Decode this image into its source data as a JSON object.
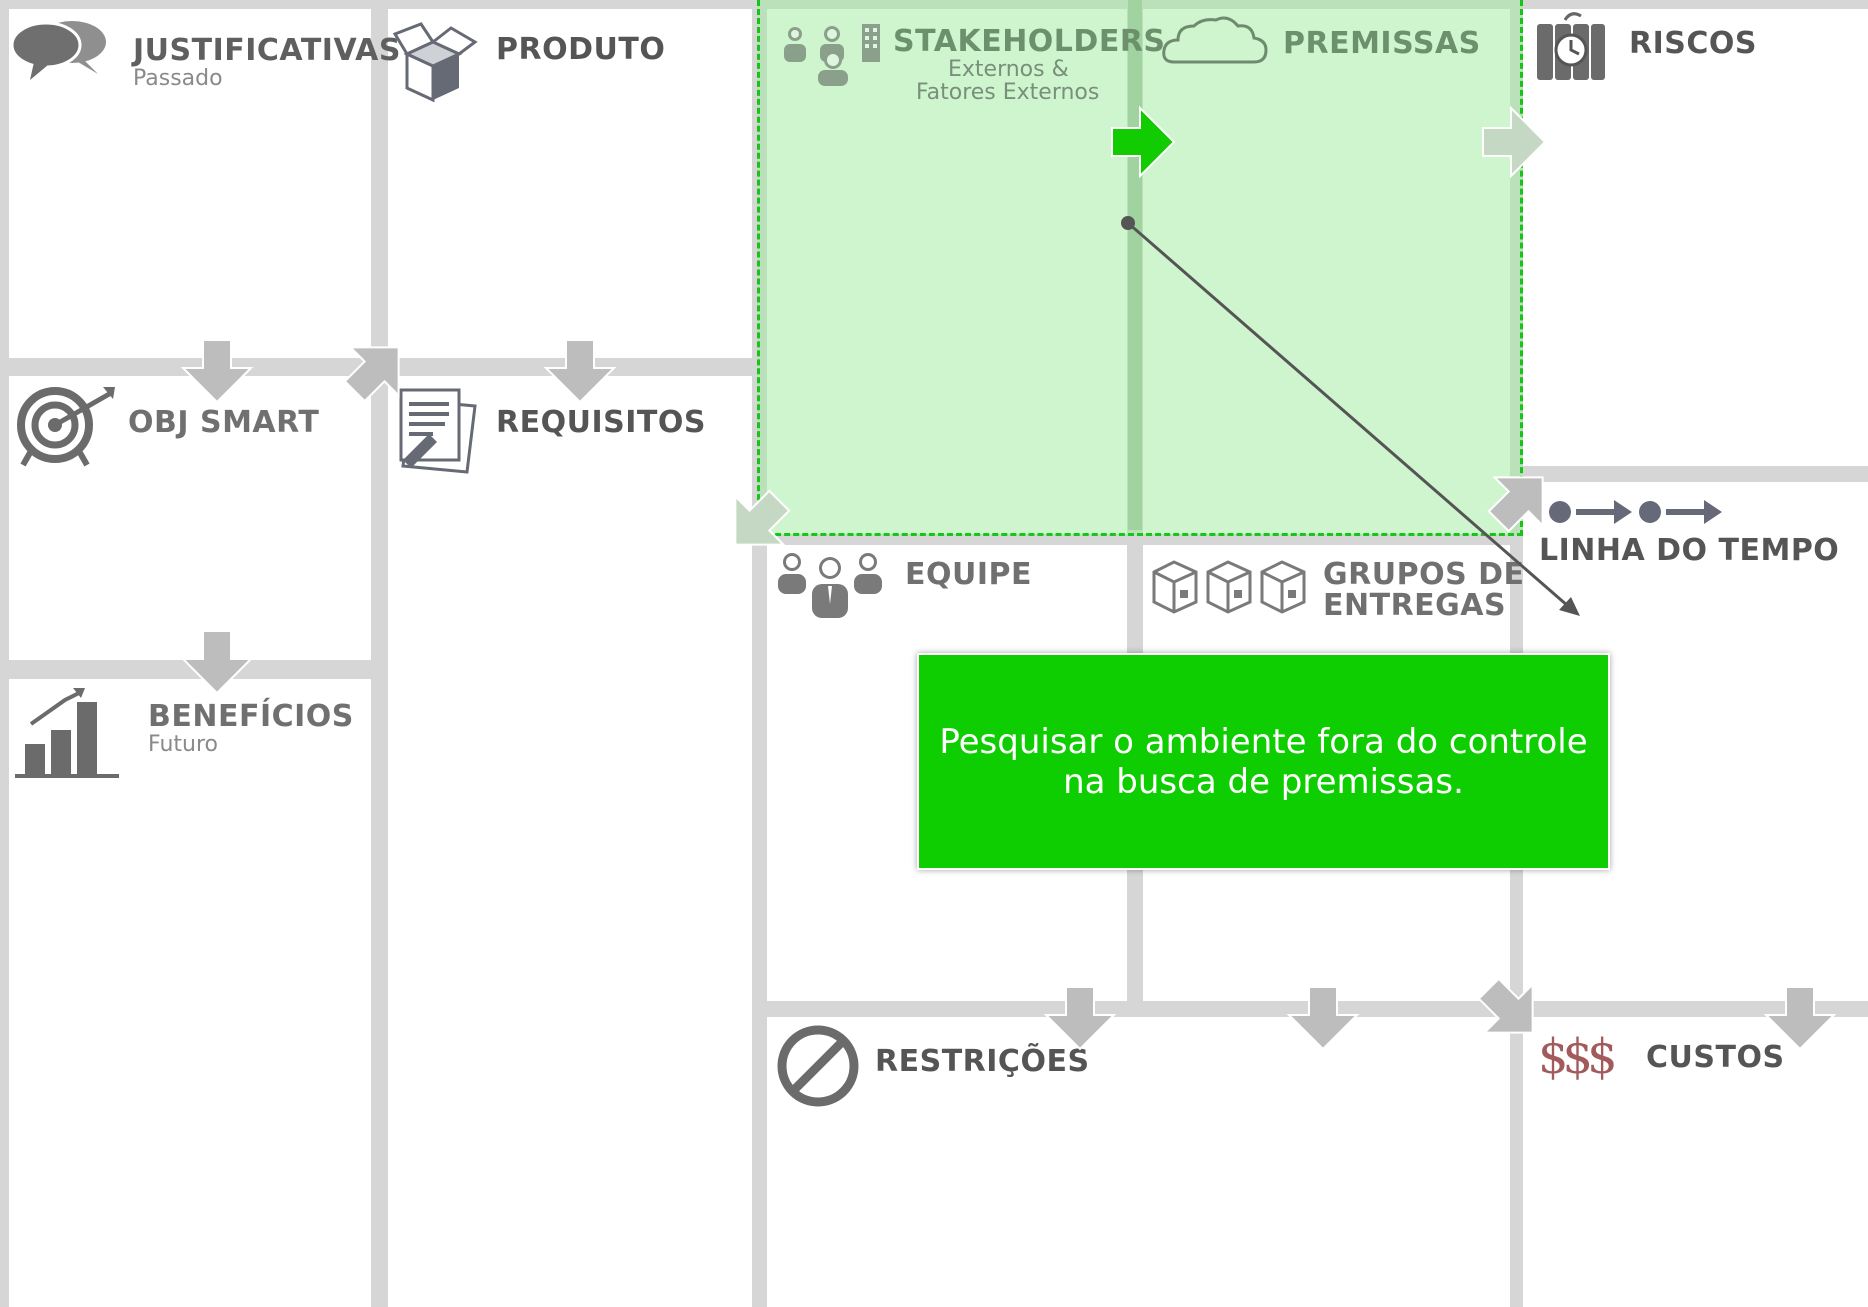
{
  "blocks": {
    "justificativas": {
      "title": "JUSTIFICATIVAS",
      "subtitle": "Passado"
    },
    "produto": {
      "title": "PRODUTO"
    },
    "stakeholders": {
      "title": "STAKEHOLDERS",
      "subtitle_1": "Externos &",
      "subtitle_2": "Fatores Externos"
    },
    "premissas": {
      "title": "PREMISSAS"
    },
    "riscos": {
      "title": "RISCOS"
    },
    "obj_smart": {
      "title": "OBJ SMART"
    },
    "requisitos": {
      "title": "REQUISITOS"
    },
    "equipe": {
      "title": "EQUIPE"
    },
    "grupos_entregas": {
      "title_1": "GRUPOS DE",
      "title_2": "ENTREGAS"
    },
    "linha_do_tempo": {
      "title": "LINHA DO TEMPO"
    },
    "beneficios": {
      "title": "BENEFÍCIOS",
      "subtitle": "Futuro"
    },
    "restricoes": {
      "title": "RESTRIÇÕES"
    },
    "custos": {
      "title": "CUSTOS",
      "icon_text": "$$$"
    }
  },
  "callout": {
    "line_1": "Pesquisar o ambiente fora do controle",
    "line_2": "na busca de premissas."
  },
  "colors": {
    "background": "#d6d6d6",
    "cell": "#ffffff",
    "highlight_fill": "#cdf5cd",
    "highlight_border": "#19c419",
    "active_arrow": "#11cc00",
    "arrow_gray": "#bdbdbd",
    "title_gray": "#5f5f5f",
    "icon_gray": "#666a75",
    "cost_icon": "#a25a5a"
  },
  "icons": {
    "justificativas": "speech-bubbles-icon",
    "produto": "open-box-icon",
    "stakeholders": "people-building-icon",
    "premissas": "cloud-icon",
    "riscos": "time-bomb-icon",
    "obj_smart": "target-arrow-icon",
    "requisitos": "document-pen-icon",
    "equipe": "team-icon",
    "grupos_entregas": "boxes-icon",
    "linha_do_tempo": "timeline-icon",
    "beneficios": "growth-chart-icon",
    "restricoes": "prohibited-icon",
    "custos": "dollar-signs-icon"
  }
}
